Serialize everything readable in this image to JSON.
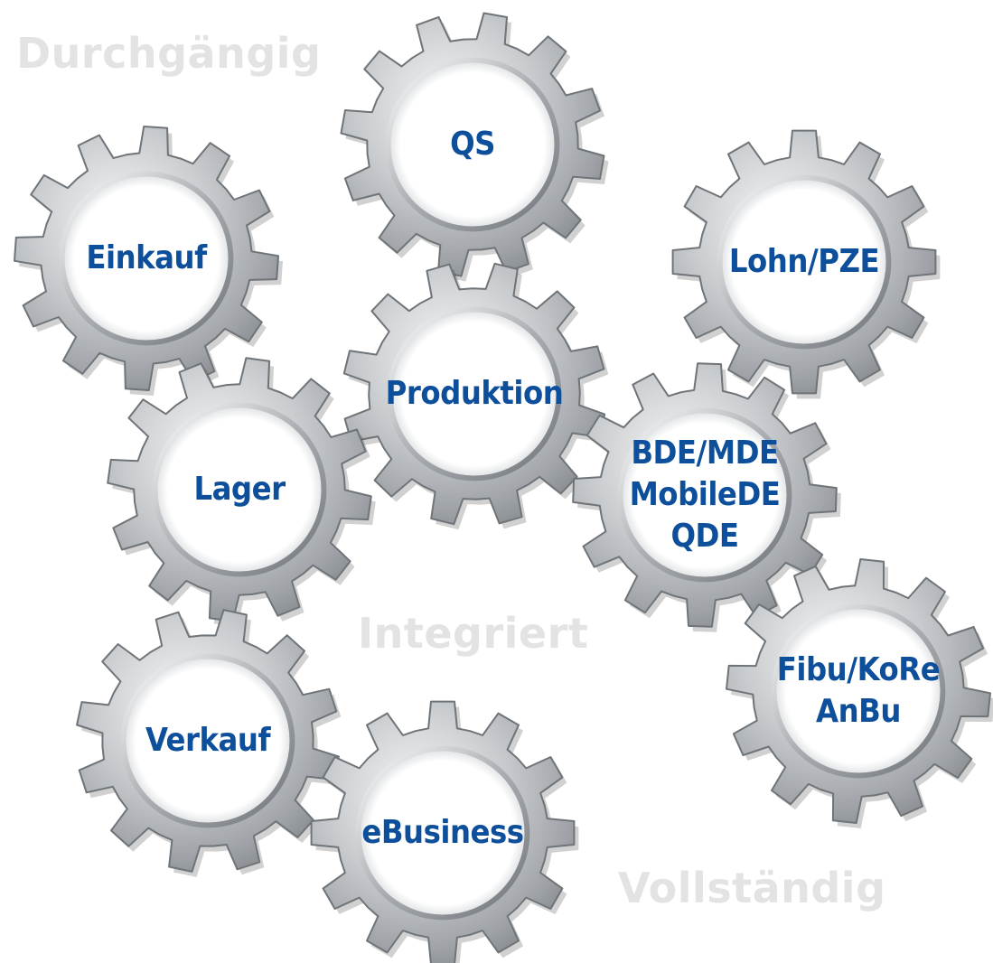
{
  "watermarks": {
    "top": "Durchgängig",
    "middle": "Integriert",
    "bottom": "Vollständig"
  },
  "colors": {
    "gear_metal_light": "#f2f2f2",
    "gear_metal_mid": "#b9bcbf",
    "gear_metal_dark": "#7d8285",
    "gear_face": "#ffffff",
    "label_text": "#0d4f9a",
    "watermark_text": "#e3e3e3"
  },
  "gears": [
    {
      "id": "einkauf",
      "lines": [
        "Einkauf"
      ]
    },
    {
      "id": "qs",
      "lines": [
        "QS"
      ]
    },
    {
      "id": "lohn",
      "lines": [
        "Lohn/PZE"
      ]
    },
    {
      "id": "produktion",
      "lines": [
        "Produktion"
      ]
    },
    {
      "id": "lager",
      "lines": [
        "Lager"
      ]
    },
    {
      "id": "bde",
      "lines": [
        "BDE/MDE",
        "MobileDE",
        "QDE"
      ]
    },
    {
      "id": "verkauf",
      "lines": [
        "Verkauf"
      ]
    },
    {
      "id": "fibu",
      "lines": [
        "Fibu/KoRe",
        "AnBu"
      ]
    },
    {
      "id": "ebusiness",
      "lines": [
        "eBusiness"
      ]
    }
  ]
}
